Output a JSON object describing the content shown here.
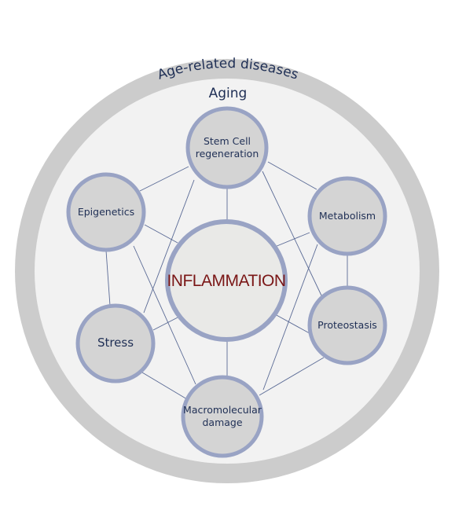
{
  "diagram": {
    "outer_ring_label": "Age-related diseases",
    "inner_ring_label": "Aging",
    "center_node": {
      "label": "INFLAMMATION"
    },
    "nodes": [
      {
        "id": "stem",
        "lines": [
          "Stem Cell",
          "regeneration"
        ]
      },
      {
        "id": "epi",
        "lines": [
          "Epigenetics"
        ]
      },
      {
        "id": "meta",
        "lines": [
          "Metabolism"
        ]
      },
      {
        "id": "stress",
        "lines": [
          "Stress"
        ]
      },
      {
        "id": "prot",
        "lines": [
          "Proteostasis"
        ]
      },
      {
        "id": "macro",
        "lines": [
          "Macromolecular",
          "damage"
        ]
      }
    ],
    "colors": {
      "outer_ring": "#cccccc",
      "inner_disc": "#f2f2f2",
      "node_fill": "#d4d4d4",
      "node_border": "#99a3c4",
      "center_fill": "#e9e9e7",
      "edge": "#5a6a95",
      "text": "#1f2f55",
      "center_text": "#7a1616"
    }
  }
}
